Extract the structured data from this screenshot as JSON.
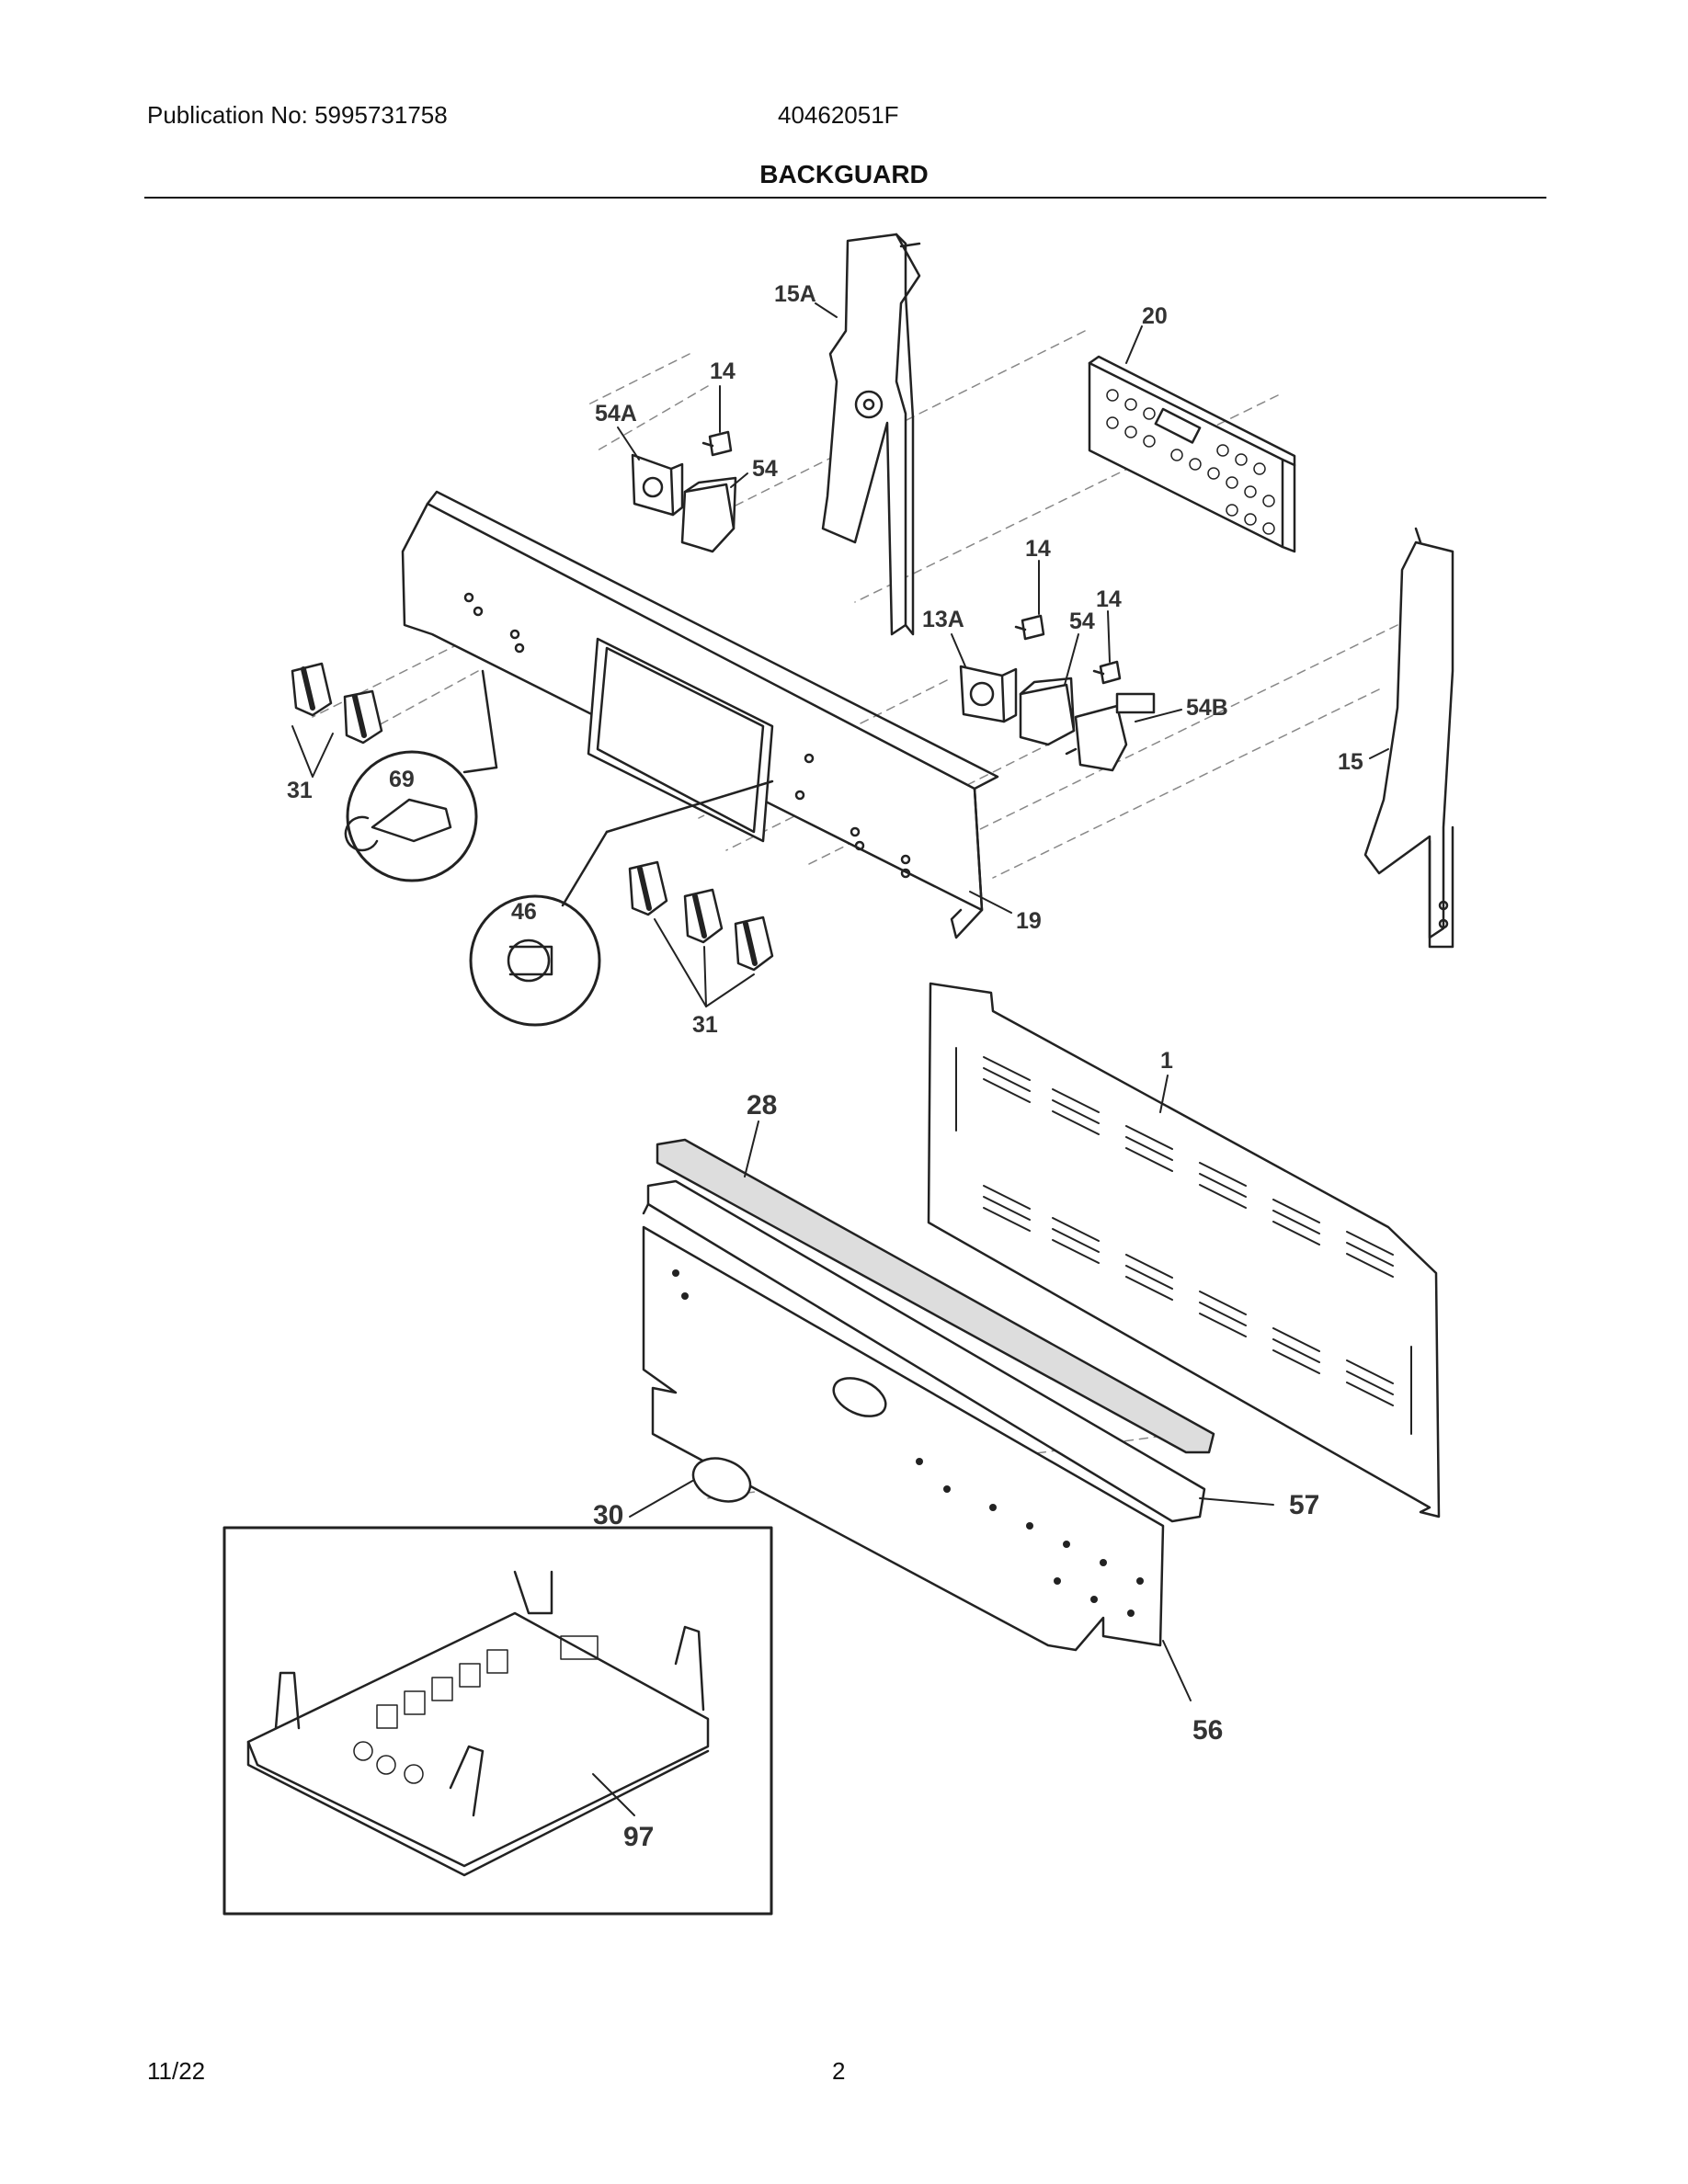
{
  "header": {
    "publication": "Publication No: 5995731758",
    "model": "40462051F"
  },
  "title": "BACKGUARD",
  "footer": {
    "date": "11/22",
    "page": "2"
  },
  "callouts": {
    "c15A": "15A",
    "c20": "20",
    "c14a": "14",
    "c54A": "54A",
    "c54a": "54",
    "c14b": "14",
    "c14c": "14",
    "c13A": "13A",
    "c54b": "54",
    "c54B": "54B",
    "c15": "15",
    "c31a": "31",
    "c69": "69",
    "c46": "46",
    "c19": "19",
    "c31b": "31",
    "c1": "1",
    "c28": "28",
    "c30": "30",
    "c57": "57",
    "c56": "56",
    "c97": "97"
  }
}
